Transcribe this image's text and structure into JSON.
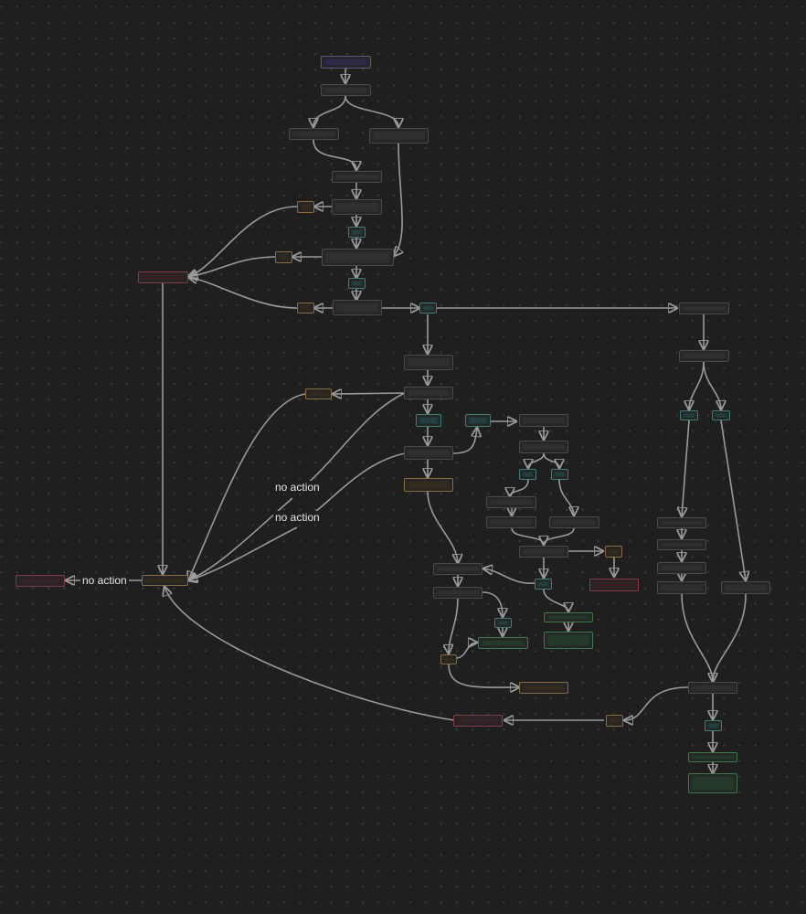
{
  "canvas": {
    "background": "#1f1f1f",
    "dot_color": "#3a3a3a",
    "edge_color": "#9a9a9a"
  },
  "legend_colors": {
    "start": "#5d5a86",
    "process": "#4a4a4a",
    "check": "#3f7c7a",
    "warn": "#8a6a3e",
    "error": "#8a3a44",
    "success": "#3d7a4a"
  },
  "edge_labels": [
    {
      "id": "no-action-1",
      "text": "no action"
    },
    {
      "id": "no-action-2",
      "text": "no action"
    },
    {
      "id": "no-action-3",
      "text": "no action"
    }
  ],
  "nodes": [
    {
      "id": "n1",
      "type": "start",
      "label": ""
    },
    {
      "id": "n2",
      "type": "process",
      "label": ""
    },
    {
      "id": "n3",
      "type": "process",
      "label": ""
    },
    {
      "id": "n4",
      "type": "process",
      "label": ""
    },
    {
      "id": "n5",
      "type": "process",
      "label": ""
    },
    {
      "id": "n6",
      "type": "process",
      "label": ""
    },
    {
      "id": "n7",
      "type": "warn",
      "label": ""
    },
    {
      "id": "n8",
      "type": "check",
      "label": ""
    },
    {
      "id": "n9",
      "type": "process",
      "label": ""
    },
    {
      "id": "n10",
      "type": "warn",
      "label": ""
    },
    {
      "id": "n11",
      "type": "error",
      "label": ""
    },
    {
      "id": "n12",
      "type": "check",
      "label": ""
    },
    {
      "id": "n13",
      "type": "process",
      "label": ""
    },
    {
      "id": "n14",
      "type": "warn",
      "label": ""
    },
    {
      "id": "n15",
      "type": "check",
      "label": ""
    },
    {
      "id": "n16",
      "type": "process",
      "label": ""
    }
  ]
}
